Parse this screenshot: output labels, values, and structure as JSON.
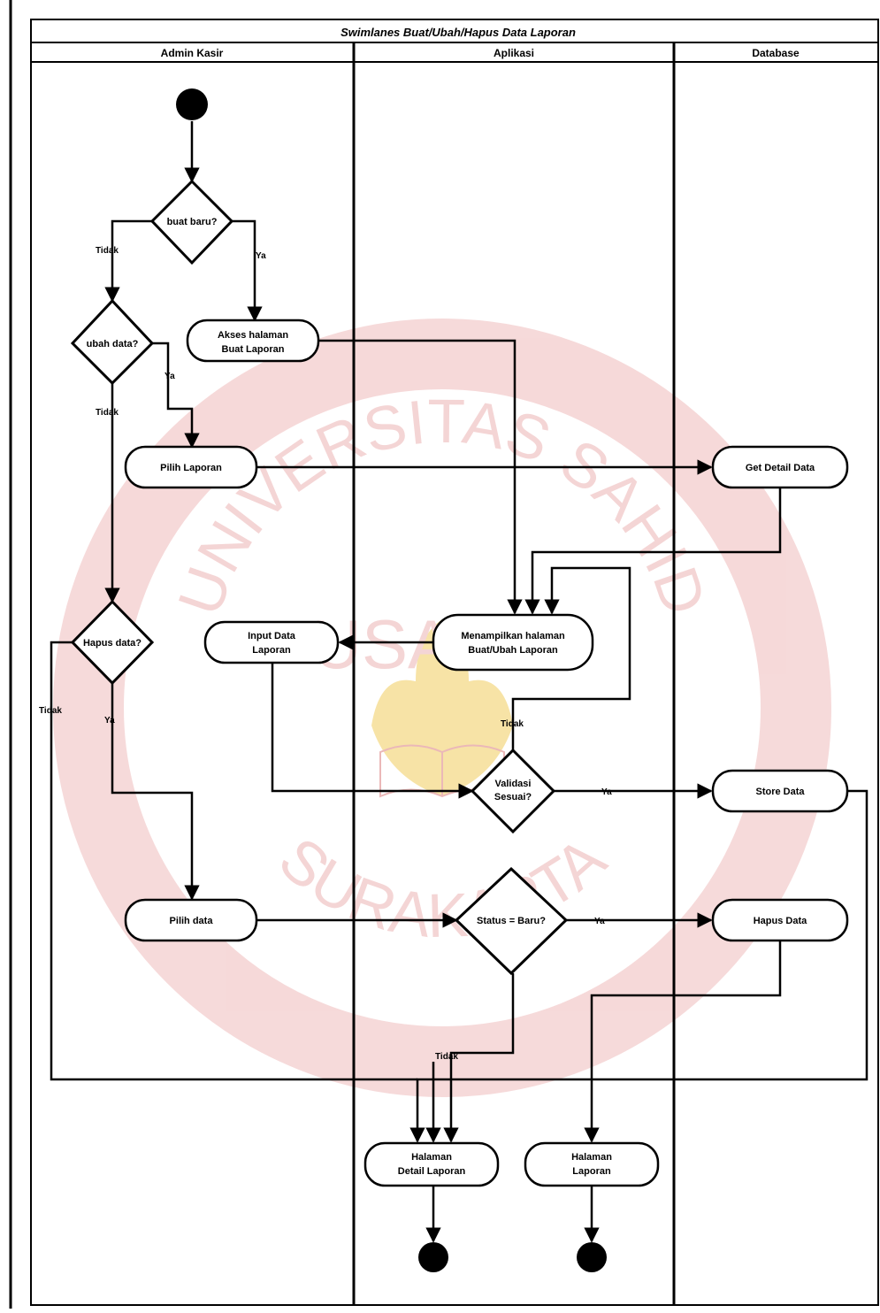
{
  "diagram": {
    "title": "Swimlanes Buat/Ubah/Hapus Data Laporan",
    "lanes": [
      {
        "label": "Admin Kasir"
      },
      {
        "label": "Aplikasi"
      },
      {
        "label": "Database"
      }
    ],
    "nodes": {
      "buat_baru": "buat baru?",
      "ubah_data": "ubah data?",
      "hapus_data": "Hapus data?",
      "akses_line1": "Akses halaman",
      "akses_line2": "Buat Laporan",
      "pilih_laporan": "Pilih Laporan",
      "get_detail": "Get Detail Data",
      "menampilkan_line1": "Menampilkan halaman",
      "menampilkan_line2": "Buat/Ubah Laporan",
      "input_line1": "Input Data",
      "input_line2": "Laporan",
      "validasi_line1": "Validasi",
      "validasi_line2": "Sesuai?",
      "store_data": "Store Data",
      "pilih_data": "Pilih data",
      "status_baru": "Status = Baru?",
      "hapus_data_action": "Hapus Data",
      "detail_line1": "Halaman",
      "detail_line2": "Detail Laporan",
      "laporan_line1": "Halaman",
      "laporan_line2": "Laporan"
    },
    "edge_labels": {
      "buat_ya": "Ya",
      "buat_tidak": "Tidak",
      "ubah_ya": "Ya",
      "ubah_tidak": "Tidak",
      "hapus_ya": "Ya",
      "hapus_tidak": "Tidak",
      "validasi_ya": "Ya",
      "validasi_tidak": "Tidak",
      "status_ya": "Ya",
      "status_tidak": "Tidak"
    },
    "watermark": {
      "arc_text": "UNIVERSITAS SAHID",
      "middle_text": "USAHID",
      "bottom_text": "SURAKARTA"
    }
  }
}
